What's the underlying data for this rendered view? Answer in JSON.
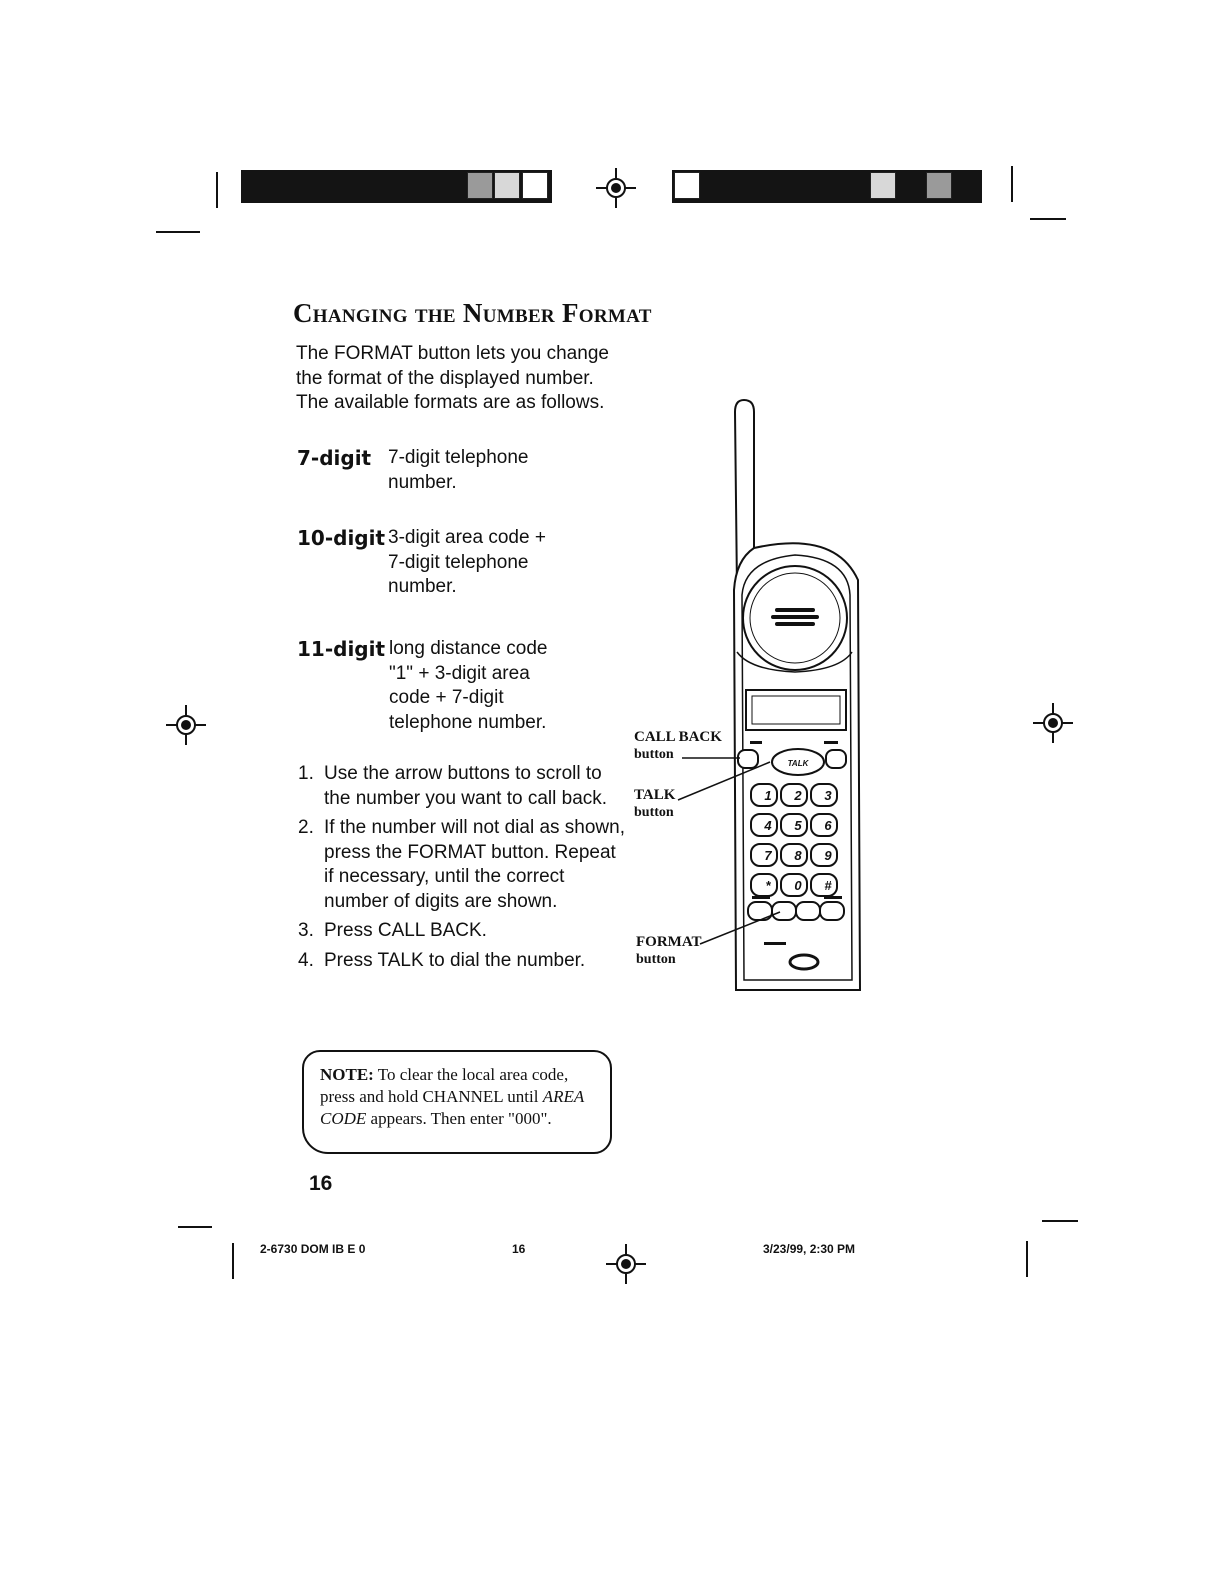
{
  "page": {
    "title": "Changing the Number Format",
    "intro": "The FORMAT button lets you change the format of the displayed number. The available formats are as follows.",
    "formats": [
      {
        "term": "7-digit",
        "description": "7-digit telephone number."
      },
      {
        "term": "10-digit",
        "description": "3-digit area code + 7-digit telephone number."
      },
      {
        "term": "11-digit",
        "description": "long distance code \"1\" + 3-digit area code + 7-digit telephone number."
      }
    ],
    "steps": [
      {
        "num": "1.",
        "text": "Use the arrow buttons to scroll to the number you want to call back."
      },
      {
        "num": "2.",
        "text": "If the number will not dial as shown, press the FORMAT button. Repeat if necessary, until the correct number of digits are shown."
      },
      {
        "num": "3.",
        "text": "Press CALL BACK."
      },
      {
        "num": "4.",
        "text": "Press TALK to dial the number."
      }
    ],
    "note": {
      "label": "NOTE:",
      "text_before": "To clear the local area code, press and hold CHANNEL until",
      "italic": "AREA CODE",
      "text_after": "appears. Then enter \"000\"."
    },
    "page_number": "16"
  },
  "figure": {
    "callouts": [
      {
        "label": "CALL BACK",
        "sub": "button"
      },
      {
        "label": "TALK",
        "sub": "button"
      },
      {
        "label": "FORMAT",
        "sub": "button"
      }
    ],
    "talk_key": "TALK",
    "keys": [
      "1",
      "2",
      "3",
      "4",
      "5",
      "6",
      "7",
      "8",
      "9",
      "*",
      "0",
      "#"
    ]
  },
  "footer": {
    "doc_id": "2-6730 DOM IB E 0",
    "page": "16",
    "timestamp": "3/23/99, 2:30 PM"
  }
}
